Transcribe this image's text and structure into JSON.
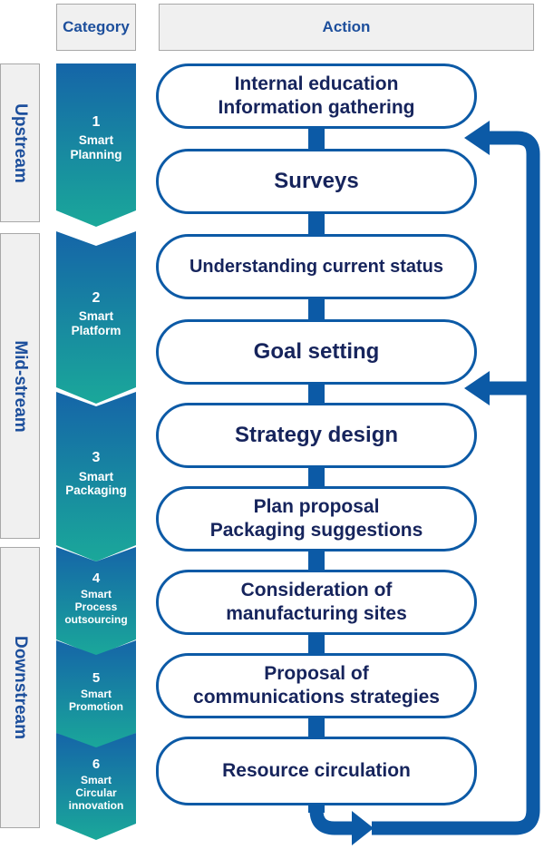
{
  "headers": {
    "category": "Category",
    "action": "Action"
  },
  "stages": [
    {
      "label": "Upstream"
    },
    {
      "label": "Mid-stream"
    },
    {
      "label": "Downstream"
    }
  ],
  "categories": [
    {
      "number": "1",
      "name_lines": [
        "Smart",
        "Planning"
      ]
    },
    {
      "number": "2",
      "name_lines": [
        "Smart",
        "Platform"
      ]
    },
    {
      "number": "3",
      "name_lines": [
        "Smart",
        "Packaging"
      ]
    },
    {
      "number": "4",
      "name_lines": [
        "Smart",
        "Process",
        "outsourcing"
      ]
    },
    {
      "number": "5",
      "name_lines": [
        "Smart",
        "Promotion"
      ]
    },
    {
      "number": "6",
      "name_lines": [
        "Smart",
        "Circular",
        "innovation"
      ]
    }
  ],
  "actions": [
    {
      "lines": [
        "Internal education",
        "Information gathering"
      ]
    },
    {
      "lines": [
        "Surveys"
      ]
    },
    {
      "lines": [
        "Understanding current status"
      ]
    },
    {
      "lines": [
        "Goal setting"
      ]
    },
    {
      "lines": [
        "Strategy design"
      ]
    },
    {
      "lines": [
        "Plan proposal",
        "Packaging suggestions"
      ]
    },
    {
      "lines": [
        "Consideration of",
        "manufacturing sites"
      ]
    },
    {
      "lines": [
        "Proposal of",
        "communications strategies"
      ]
    },
    {
      "lines": [
        "Resource circulation"
      ]
    }
  ],
  "colors": {
    "chevron_top": "#1565a8",
    "chevron_bottom": "#1aa89a",
    "pill_border": "#0c5aa6",
    "text_dark": "#16245c",
    "header_text": "#1d4f9c",
    "loop_arrow": "#0c5aa6"
  }
}
